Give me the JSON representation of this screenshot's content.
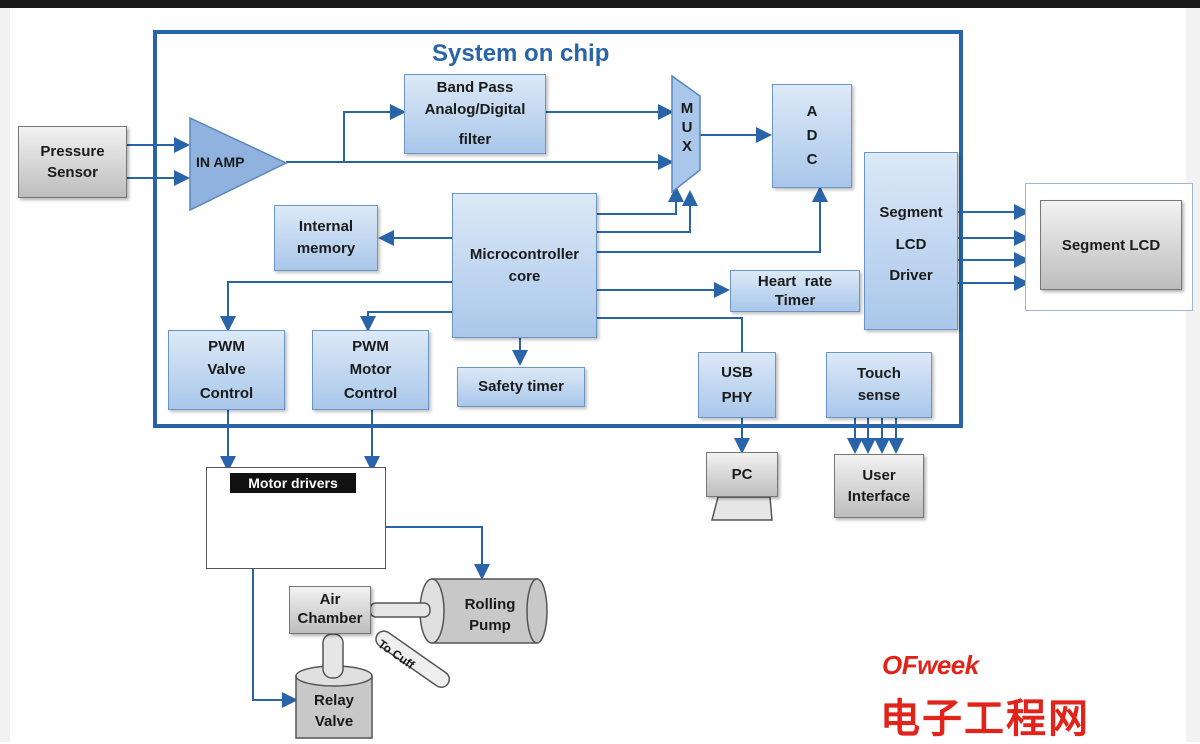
{
  "soc_title": "System on chip",
  "blocks": {
    "pressure_sensor": [
      "Pressure",
      "Sensor"
    ],
    "in_amp": "IN AMP",
    "bandpass": [
      "Band Pass",
      "Analog/Digital",
      "filter"
    ],
    "mux": [
      "M",
      "U",
      "X"
    ],
    "adc": [
      "A",
      "D",
      "C"
    ],
    "seg_driver": [
      "Segment",
      "LCD",
      "Driver"
    ],
    "segment_lcd": "Segment LCD",
    "internal_memory": [
      "Internal",
      "memory"
    ],
    "mcu": [
      "Microcontroller",
      "core"
    ],
    "heart_rate": [
      "Heart  rate",
      "Timer"
    ],
    "pwm_valve": [
      "PWM",
      "Valve",
      "Control"
    ],
    "pwm_motor": [
      "PWM",
      "Motor",
      "Control"
    ],
    "safety_timer": "Safety timer",
    "usb": [
      "USB",
      "PHY"
    ],
    "touch": [
      "Touch",
      "sense"
    ],
    "pc": "PC",
    "user_interface": [
      "User",
      "Interface"
    ],
    "motor_drivers": "Motor drivers",
    "air_chamber": [
      "Air",
      "Chamber"
    ],
    "rolling_pump": [
      "Rolling",
      "Pump"
    ],
    "relay_valve": [
      "Relay",
      "Valve"
    ],
    "to_cuff": "To Cuff"
  },
  "watermark": {
    "brand": "OFweek",
    "site": "电子工程网"
  },
  "colors": {
    "soc_border": "#2a64a8",
    "block_fill": "#a9c7ea",
    "arrow": "#2a64a8",
    "watermark": "#e2231a"
  }
}
